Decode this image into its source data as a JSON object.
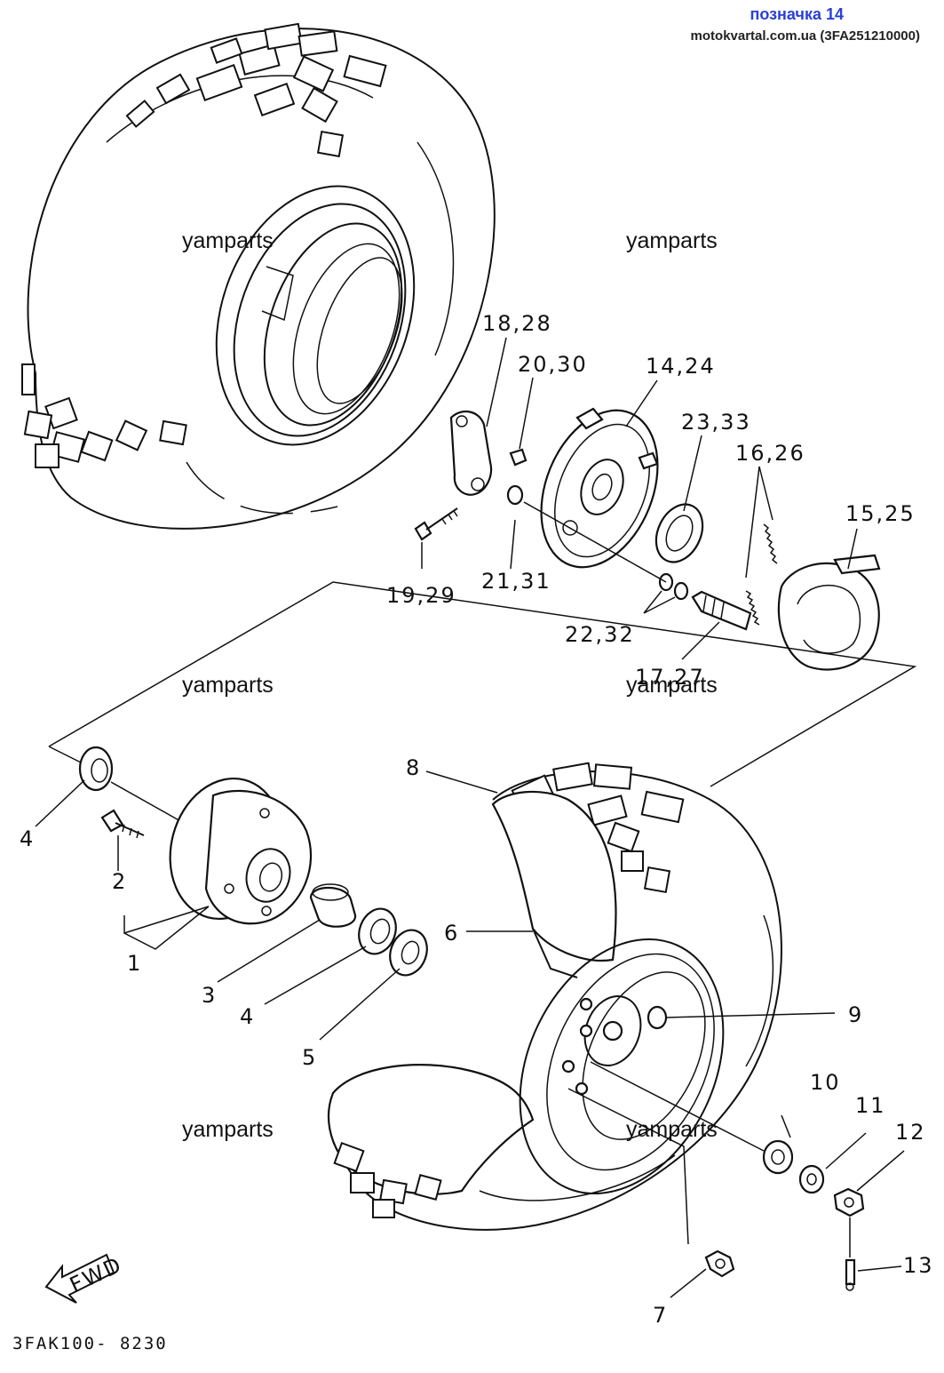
{
  "header": {
    "title": "позначка 14",
    "source": "motokvartal.com.ua (3FA251210000)"
  },
  "watermark": "yamparts",
  "drawing_code": "3FAK100- 8230",
  "fwd_label": "FWD",
  "callouts": {
    "c1": "1",
    "c2": "2",
    "c3": "3",
    "c4a": "4",
    "c4b": "4",
    "c5": "5",
    "c6": "6",
    "c7": "7",
    "c8": "8",
    "c9": "9",
    "c10": "10",
    "c11": "11",
    "c12": "12",
    "c13": "13",
    "c14": "14,24",
    "c15": "15,25",
    "c16": "16,26",
    "c17": "17,27",
    "c18": "18,28",
    "c19": "19,29",
    "c20": "20,30",
    "c21": "21,31",
    "c22": "22,32",
    "c23": "23,33"
  }
}
